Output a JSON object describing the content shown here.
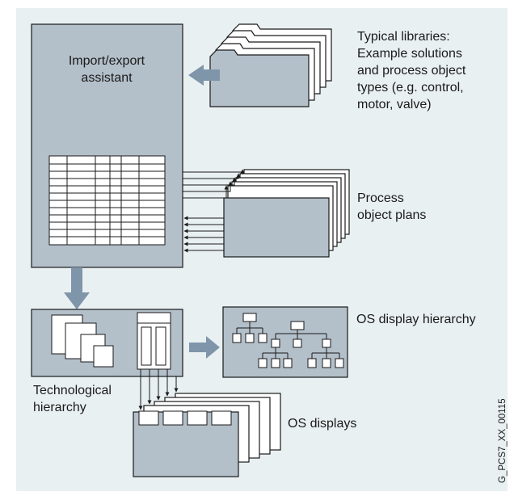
{
  "labels": {
    "assistant_line1": "Import/export",
    "assistant_line2": "assistant",
    "libraries": [
      "Typical libraries:",
      "Example solutions",
      "and process object",
      "types (e.g. control,",
      "motor, valve)"
    ],
    "plans": [
      "Process",
      "object plans"
    ],
    "os_hierarchy": "OS display hierarchy",
    "tech_hierarchy": [
      "Technological",
      "hierarchy"
    ],
    "os_displays": "OS displays",
    "figure_id": "G_PCS7_XX_00115"
  },
  "colors": {
    "background": "#e9f0f2",
    "box_fill": "#b3bfc9",
    "stroke": "#1a1a1a",
    "arrow": "#7f95aa",
    "paper": "#ffffff"
  }
}
